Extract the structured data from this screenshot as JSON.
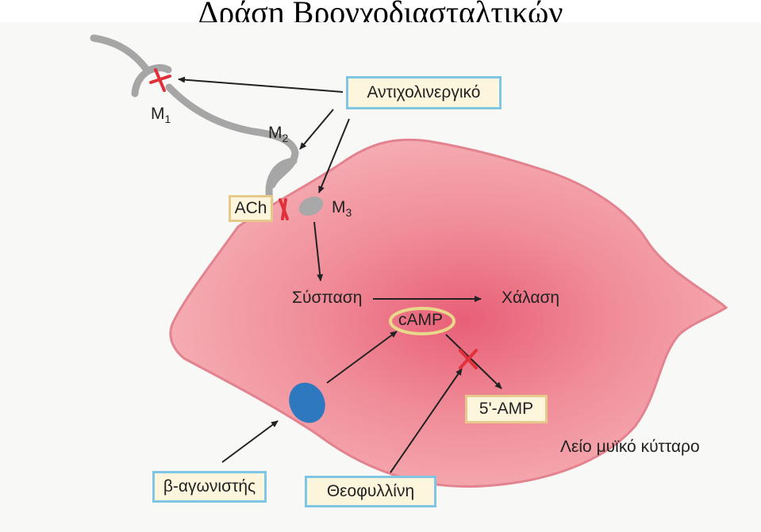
{
  "title": "Δράση Βρογχοδιασταλτικών",
  "labels": {
    "anticholinergic": "Αντιχολινεργικό",
    "m1": "M",
    "m1_sub": "1",
    "m2": "M",
    "m2_sub": "2",
    "m3": "M",
    "m3_sub": "3",
    "ach": "ACh",
    "contraction": "Σύσπαση",
    "relaxation": "Χάλαση",
    "camp": "cAMP",
    "amp5": "5'-AMP",
    "beta_agonist": "β-αγωνιστής",
    "theophylline": "Θεοφυλλίνη",
    "smooth_muscle_cell": "Λείο μυϊκό κύτταρο"
  },
  "colors": {
    "cell_fill": "#f5a7ad",
    "cell_center": "#ea6a7e",
    "cell_edge": "#e58994",
    "nerve": "#a6a6a6",
    "block_mark": "#e0303a",
    "beta_receptor": "#2e78c0",
    "m3_receptor": "#a8a8a8",
    "box_blue": "#7fc6e4",
    "box_tan": "#e8c98c"
  }
}
